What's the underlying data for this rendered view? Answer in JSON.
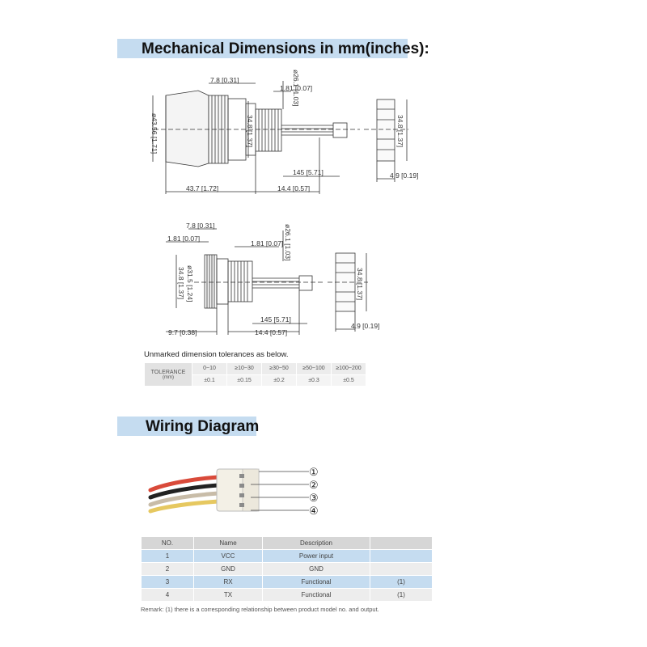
{
  "sections": {
    "mechanical_title": "Mechanical Dimensions in mm(inches):",
    "wiring_title": "Wiring Diagram"
  },
  "drawing1": {
    "dim_top": "7.8 [0.31]",
    "dim_small": "1.81 [0.07]",
    "dim_dia_top": "ø26.1 [1.03]",
    "dim_dia_left": "ø43.56 [1.71]",
    "dim_center": "34.8 [1.37]",
    "dim_cable": "145 [5.71]",
    "dim_bottom_left": "43.7 [1.72]",
    "dim_bottom_right": "14.4 [0.57]",
    "dim_side": "34.8 [1.37]",
    "dim_side_width": "4.9 [0.19]"
  },
  "drawing2": {
    "dim_top": "7.8 [0.31]",
    "dim_left_small": "1.81 [0.07]",
    "dim_mid_small": "1.81 [0.07]",
    "dim_dia_top": "ø26.1 [1.03]",
    "dim_height": "34.8 [1.37]",
    "dim_dia_inner": "ø31.5 [1.24]",
    "dim_cable": "145 [5.71]",
    "dim_bottom_left": "9.7 [0.38]",
    "dim_bottom_right": "14.4 [0.57]",
    "dim_side": "34.8 [1.37]",
    "dim_side_width": "4.9 [0.19]"
  },
  "tolerance": {
    "note": "Unmarked dimension tolerances as below.",
    "header_label": "TOLERANCE",
    "header_unit": "(mm)",
    "ranges": [
      "0~10",
      "≥10~30",
      "≥30~50",
      "≥50~100",
      "≥100~200"
    ],
    "values": [
      "±0.1",
      "±0.15",
      "±0.2",
      "±0.3",
      "±0.5"
    ]
  },
  "wiring": {
    "pin_labels": [
      "①",
      "②",
      "③",
      "④"
    ],
    "headers": {
      "no": "NO.",
      "name": "Name",
      "description": "Description",
      "extra": ""
    },
    "rows": [
      {
        "no": "1",
        "name": "VCC",
        "description": "Power input",
        "extra": ""
      },
      {
        "no": "2",
        "name": "GND",
        "description": "GND",
        "extra": ""
      },
      {
        "no": "3",
        "name": "RX",
        "description": "Functional",
        "extra": "(1)"
      },
      {
        "no": "4",
        "name": "TX",
        "description": "Functional",
        "extra": "(1)"
      }
    ],
    "remark": "Remark: (1) there is a corresponding relationship between product model no. and output.",
    "wire_colors": [
      "#d94a3a",
      "#222222",
      "#c8bca8",
      "#e6c860"
    ]
  }
}
